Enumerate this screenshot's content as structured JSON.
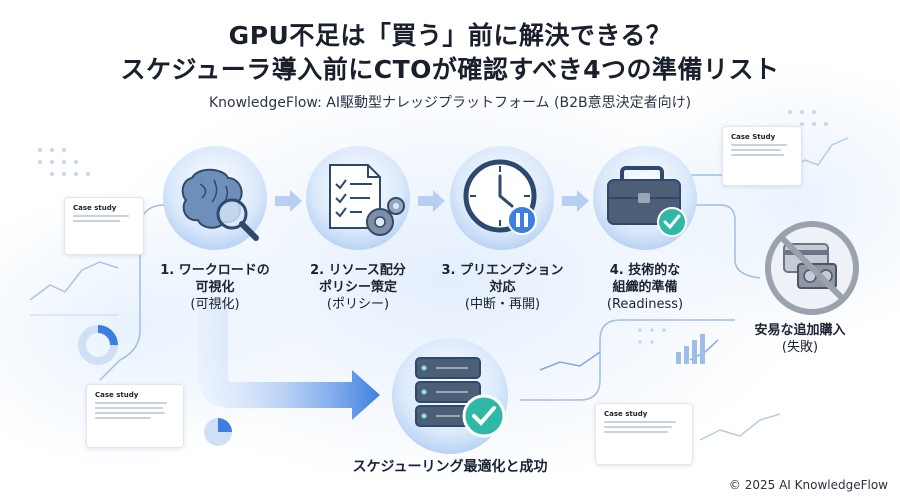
{
  "header": {
    "title_line1": "GPU不足は「買う」前に解決できる？",
    "title_line2": "スケジューラ導入前にCTOが確認すべき4つの準備リスト",
    "subtitle": "KnowledgeFlow: AI駆動型ナレッジプラットフォーム (B2B意思決定者向け)"
  },
  "steps": [
    {
      "title_l1": "1. ワークロードの",
      "title_l2": "可視化",
      "sub": "(可視化)",
      "icon": "brain-magnifier-icon"
    },
    {
      "title_l1": "2. リソース配分",
      "title_l2": "ポリシー策定",
      "sub": "(ポリシー)",
      "icon": "document-gears-icon"
    },
    {
      "title_l1": "3. プリエンプション",
      "title_l2": "対応",
      "sub": "(中断・再開)",
      "icon": "clock-pause-icon"
    },
    {
      "title_l1": "4. 技術的な",
      "title_l2": "組織的準備",
      "sub": "(Readiness)",
      "icon": "toolbox-check-icon"
    }
  ],
  "failure": {
    "title": "安易な追加購入",
    "sub": "(失敗)",
    "icon": "no-gpu-purchase-icon"
  },
  "success": {
    "label": "スケジューリング最適化と成功",
    "icon": "server-check-icon"
  },
  "cards": {
    "top_right": "Case Study",
    "left": "Case study",
    "bottom_left": "Case study",
    "bottom_right": "Case study"
  },
  "footer": {
    "copyright": "© 2025 AI KnowledgeFlow"
  },
  "colors": {
    "accent": "#3d7fe0",
    "accent_light": "#cfe2fb",
    "success": "#2fb8a5",
    "danger": "#9aa3ad"
  }
}
